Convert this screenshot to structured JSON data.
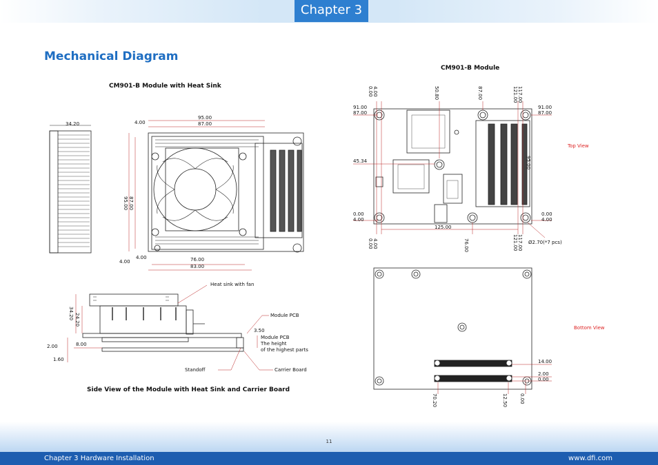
{
  "header": {
    "chapter": "Chapter 3"
  },
  "title": "Mechanical Diagram",
  "captions": {
    "heatsink": "CM901-B Module with Heat Sink",
    "module": "CM901-B Module",
    "side": "Side View of the Module with Heat Sink and Carrier Board"
  },
  "views": {
    "top": "Top View",
    "bottom": "Bottom View"
  },
  "hs": {
    "d34_20": "34.20",
    "d4_00": "4.00",
    "d95_00": "95.00",
    "d87_00": "87.00",
    "d76_00": "76.00",
    "d83_00": "83.00"
  },
  "side": {
    "heatsink_fan": "Heat sink with fan",
    "module_pcb": "Module PCB",
    "d3_50": "3.50",
    "module_pcb2": "Module PCB",
    "height1": "The height",
    "height2": "of the highest parts",
    "standoff": "Standoff",
    "carrier": "Carrier Board",
    "d34_20": "34.20",
    "d24_20": "24.20",
    "d2_00": "2.00",
    "d8_00": "8.00",
    "d1_60": "1.60"
  },
  "mod": {
    "t0": "0.00",
    "t4": "4.00",
    "t50": "50.80",
    "t87": "87.00",
    "t121": "121.00",
    "t117": "117.00",
    "l91": "91.00",
    "l87": "87.00",
    "l45": "45.34",
    "l0": "0.00",
    "l4": "4.00",
    "r91": "91.00",
    "r87": "87.00",
    "r95": "95.00",
    "r0": "0.00",
    "r4": "4.00",
    "b125": "125.00",
    "b0": "0.00",
    "b4": "4.00",
    "b76": "76.00",
    "b121": "121.00",
    "b117": "117.00",
    "hole": "Ø2.70(*7 pcs)"
  },
  "bot": {
    "d14": "14.00",
    "d2": "2.00",
    "d0": "0.00",
    "b70": "70.20",
    "b12": "12.50",
    "b0": "0.00"
  },
  "page_number": "11",
  "footer": {
    "left": "Chapter 3 Hardware Installation",
    "right": "www.dfi.com"
  }
}
